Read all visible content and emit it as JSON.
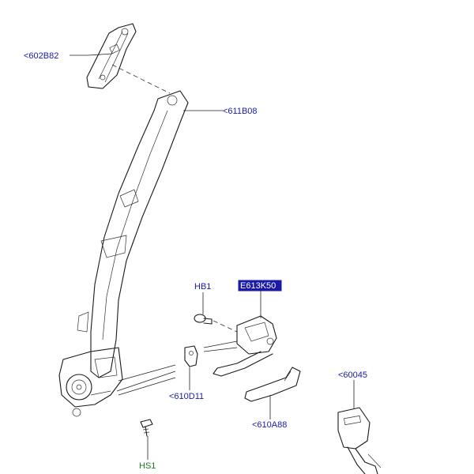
{
  "callouts": {
    "c602B82": "<602B82",
    "c611B08": "<611B08",
    "cHB1": "HB1",
    "cE613K50": "E613K50",
    "c610D11": "<610D11",
    "c610A88": "<610A88",
    "c60045": "<60045",
    "cHS1": "HS1"
  },
  "colors": {
    "label_blue": "#1a1aa6",
    "label_green": "#1f7a1f",
    "selected_bg": "#1a1aa6",
    "line": "#1a1a1a"
  }
}
